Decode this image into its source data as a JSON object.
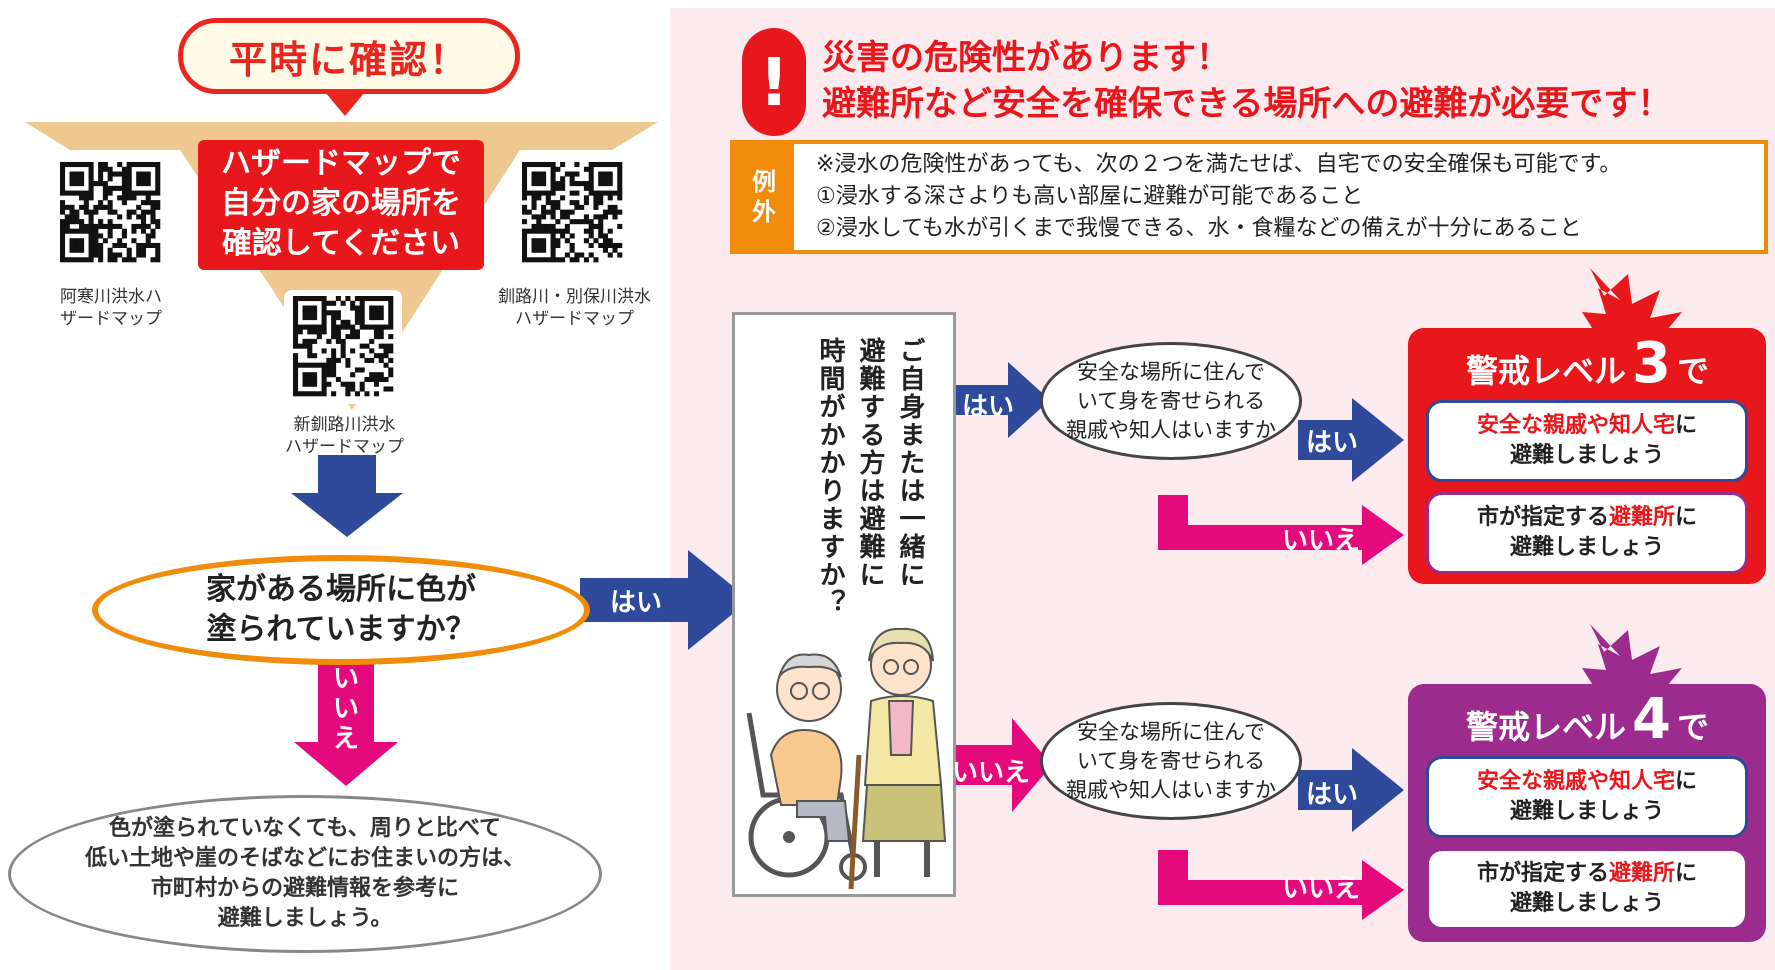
{
  "colors": {
    "red": "#e8171b",
    "orange": "#f08c0a",
    "tan": "#efc890",
    "blue_arrow": "#2f4a9a",
    "magenta_arrow": "#e40a7e",
    "purple": "#9c2b8e",
    "panel_pink": "#fcebee"
  },
  "left": {
    "bubble": "平時に確認！",
    "hazard_box": {
      "line1": "ハザードマップで",
      "line2": "自分の家の場所を",
      "line3": "確認してください"
    },
    "qr_left": {
      "line1": "阿寒川洪水ハ",
      "line2": "ザードマップ"
    },
    "qr_right": {
      "line1": "釧路川・別保川洪水",
      "line2": "ハザードマップ"
    },
    "qr_center": {
      "line1": "新釧路川洪水",
      "line2": "ハザードマップ"
    },
    "question": {
      "line1": "家がある場所に色が",
      "line2": "塗られていますか？"
    },
    "yes_label": "はい",
    "no_label": {
      "c1": "い",
      "c2": "い",
      "c3": "え"
    },
    "advice": {
      "line1": "色が塗られていなくても、周りと比べて",
      "line2": "低い土地や崖のそばなどにお住まいの方は、",
      "line3": "市町村からの避難情報を参考に",
      "line4": "避難しましょう。"
    }
  },
  "right": {
    "danger": {
      "icon": "exclamation-icon",
      "line1": "災害の危険性があります！",
      "line2": "避難所など安全を確保できる場所への避難が必要です！"
    },
    "exception": {
      "tag1": "例",
      "tag2": "外",
      "line1": "※浸水の危険性があっても、次の２つを満たせば、自宅での安全確保も可能です。",
      "line2": "①浸水する深さよりも高い部屋に避難が可能であること",
      "line3": "②浸水しても水が引くまで我慢できる、水・食糧などの備えが十分にあること"
    },
    "vertical_question": {
      "col1": "ご自身または一緒に",
      "col2": "避難する方は避難に",
      "col3": "時間がかかりますか？"
    },
    "yes_label": "はい",
    "no_label": "いいえ",
    "oval_question": {
      "line1": "安全な場所に住んで",
      "line2": "いて身を寄せられる",
      "line3": "親戚や知人はいますか"
    },
    "level3": {
      "prefix": "警戒レベル",
      "number": "3",
      "suffix": "で",
      "card1": {
        "red": "安全な親戚や知人宅",
        "rest": "に",
        "line2": "避難しましょう"
      },
      "card2": {
        "pre": "市が指定する",
        "red": "避難所",
        "post": "に",
        "line2": "避難しましょう"
      }
    },
    "level4": {
      "prefix": "警戒レベル",
      "number": "4",
      "suffix": "で",
      "card1": {
        "red": "安全な親戚や知人宅",
        "rest": "に",
        "line2": "避難しましょう"
      },
      "card2": {
        "pre": "市が指定する",
        "red": "避難所",
        "post": "に",
        "line2": "避難しましょう"
      }
    }
  }
}
